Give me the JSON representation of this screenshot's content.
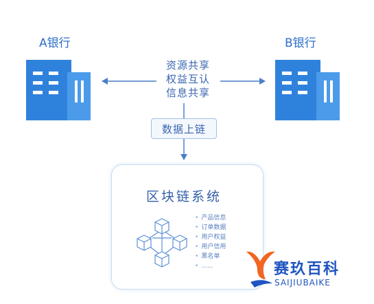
{
  "bank_a": {
    "label": "A银行"
  },
  "bank_b": {
    "label": "B银行"
  },
  "exchange": {
    "lines": [
      "资源共享",
      "权益互认",
      "信息共享"
    ]
  },
  "onchain": {
    "label": "数据上链"
  },
  "system": {
    "title": "区块链系统",
    "items": [
      "产品信息",
      "订单数据",
      "用户权益",
      "用户信用",
      "黑名单",
      "......"
    ]
  },
  "watermark": {
    "cn": "赛玖百科",
    "en": "SAIJIUBAIKE"
  },
  "colors": {
    "building_dark": "#2f82dc",
    "building_light": "#4b9bea",
    "arrow": "#4a7fc8",
    "logo_orange": "#f26522",
    "logo_blue": "#1f55c0"
  }
}
